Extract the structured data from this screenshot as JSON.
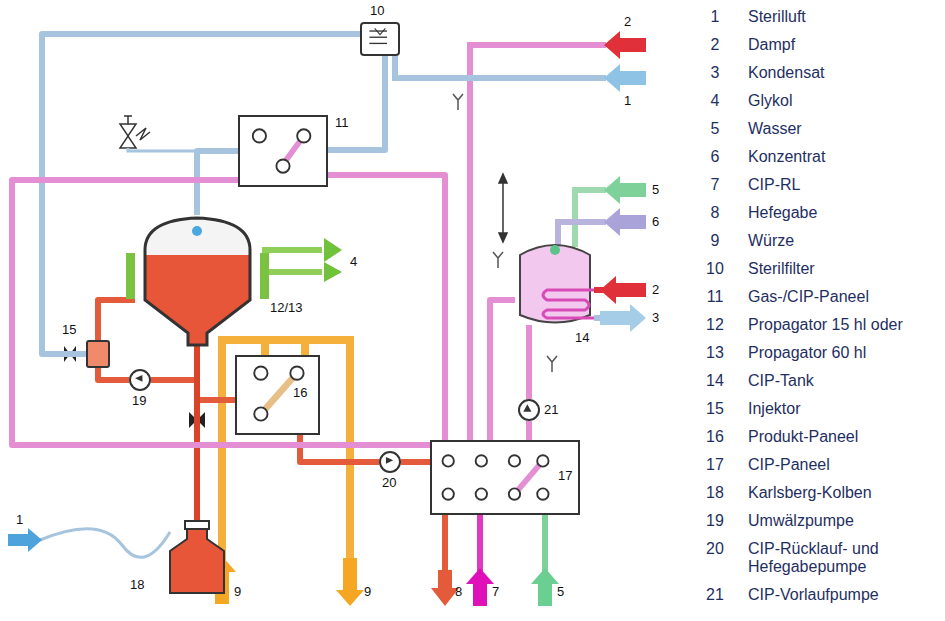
{
  "diagram": {
    "nodes": [
      {
        "text": [
          "10"
        ]
      },
      {
        "text": [
          "11"
        ]
      },
      {
        "text": [
          "12/13"
        ]
      },
      {
        "text": [
          "14"
        ]
      },
      {
        "text": [
          "15"
        ]
      },
      {
        "text": [
          "16"
        ]
      },
      {
        "text": [
          "17"
        ]
      },
      {
        "text": [
          "18"
        ]
      },
      {
        "text": [
          "19"
        ]
      },
      {
        "text": [
          "20"
        ]
      },
      {
        "text": [
          "21"
        ]
      }
    ],
    "edges": [
      {
        "from": 0,
        "to": 1,
        "arrow": "none"
      },
      {
        "from": 1,
        "to": 2,
        "arrow": "none"
      },
      {
        "from": 0,
        "to": 4,
        "arrow": "none"
      },
      {
        "from": 2,
        "to": 5,
        "arrow": "none"
      },
      {
        "from": 5,
        "to": 9,
        "arrow": "none"
      },
      {
        "from": 9,
        "to": 6,
        "arrow": "none"
      },
      {
        "from": 8,
        "to": 4,
        "arrow": "none"
      },
      {
        "from": 4,
        "to": 2,
        "arrow": "none"
      },
      {
        "from": 2,
        "to": 8,
        "arrow": "none"
      },
      {
        "from": 2,
        "to": 7,
        "arrow": "none"
      },
      {
        "from": 6,
        "to": 10,
        "arrow": "none"
      },
      {
        "from": 10,
        "to": 3,
        "arrow": "none"
      },
      {
        "from": 3,
        "to": 6,
        "arrow": "none"
      },
      {
        "from": 1,
        "to": 6,
        "arrow": "none"
      },
      {
        "from": 1,
        "to": 6,
        "arrow": "none"
      }
    ],
    "labels": [
      "2",
      "1",
      "5",
      "6",
      "2",
      "3",
      "4",
      "1",
      "9",
      "9",
      "8",
      "7",
      "5",
      "1",
      "Sterilluft",
      "2",
      "Dampf",
      "3",
      "Kondensat",
      "4",
      "Glykol",
      "5",
      "Wasser",
      "6",
      "Konzentrat",
      "7",
      "CIP-RL",
      "8",
      "Hefegabe",
      "9",
      "Würze",
      "10",
      "Sterilfilter",
      "11",
      "Gas-/CIP-Paneel",
      "12",
      "Propagator 15 hl oder",
      "13",
      "Propagator 60 hl",
      "14",
      "CIP-Tank",
      "15",
      "Injektor",
      "16",
      "Produkt-Paneel",
      "17",
      "CIP-Paneel",
      "18",
      "Karlsberg-Kolben",
      "19",
      "Umwälzpumpe",
      "20",
      "CIP-Rücklauf- und Hefegabepumpe",
      "21",
      "CIP-Vorlaufpumpe"
    ]
  }
}
